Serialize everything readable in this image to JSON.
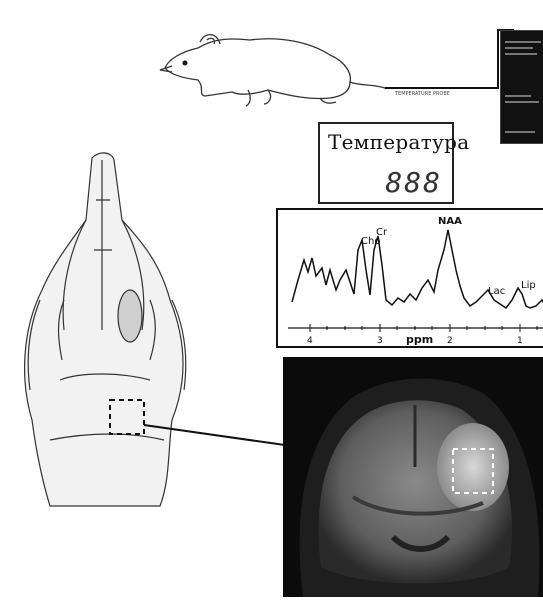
{
  "temperature": {
    "label": "Температура",
    "value": "888"
  },
  "probe": {
    "label": "TEMPERATURE PROBE"
  },
  "spectrum": {
    "peaks": [
      {
        "label": "Cho"
      },
      {
        "label": "Cr"
      },
      {
        "label": "NAA"
      },
      {
        "label": "Lac"
      },
      {
        "label": "Lip"
      }
    ],
    "axis_label": "ppm",
    "ticks": [
      "4",
      "3",
      "2",
      "1"
    ]
  },
  "colors": {
    "mri_background": "#0b0b0b",
    "line": "#111111"
  }
}
